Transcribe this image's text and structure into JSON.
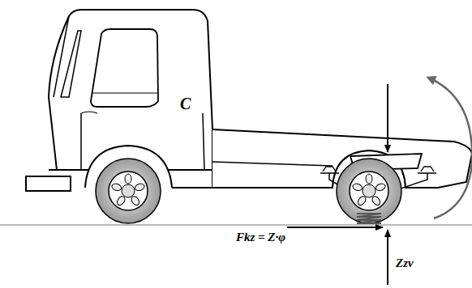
{
  "diagram": {
    "labels": [
      "C",
      "Fkz = Z·φ",
      "Zzv"
    ]
  }
}
